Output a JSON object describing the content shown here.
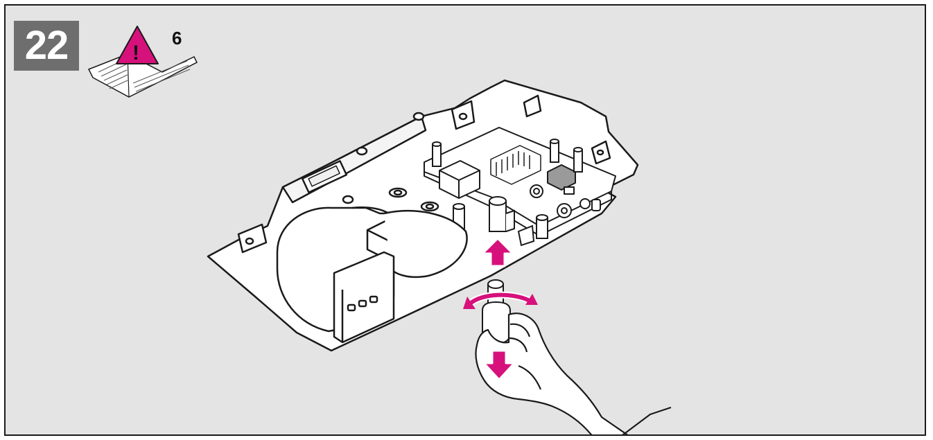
{
  "step": {
    "number": "22"
  },
  "manual_reference": {
    "page": "6",
    "icon": "warning-manual-icon",
    "exclamation": "!"
  },
  "colors": {
    "background": "#e3e4e3",
    "accent": "#d6117c",
    "badge": "#6e6e6e",
    "line": "#1a1a1a",
    "part_fill": "#ffffff"
  },
  "actions": [
    "push-up-arrow",
    "rotate-arrow",
    "pull-down-arrow"
  ]
}
